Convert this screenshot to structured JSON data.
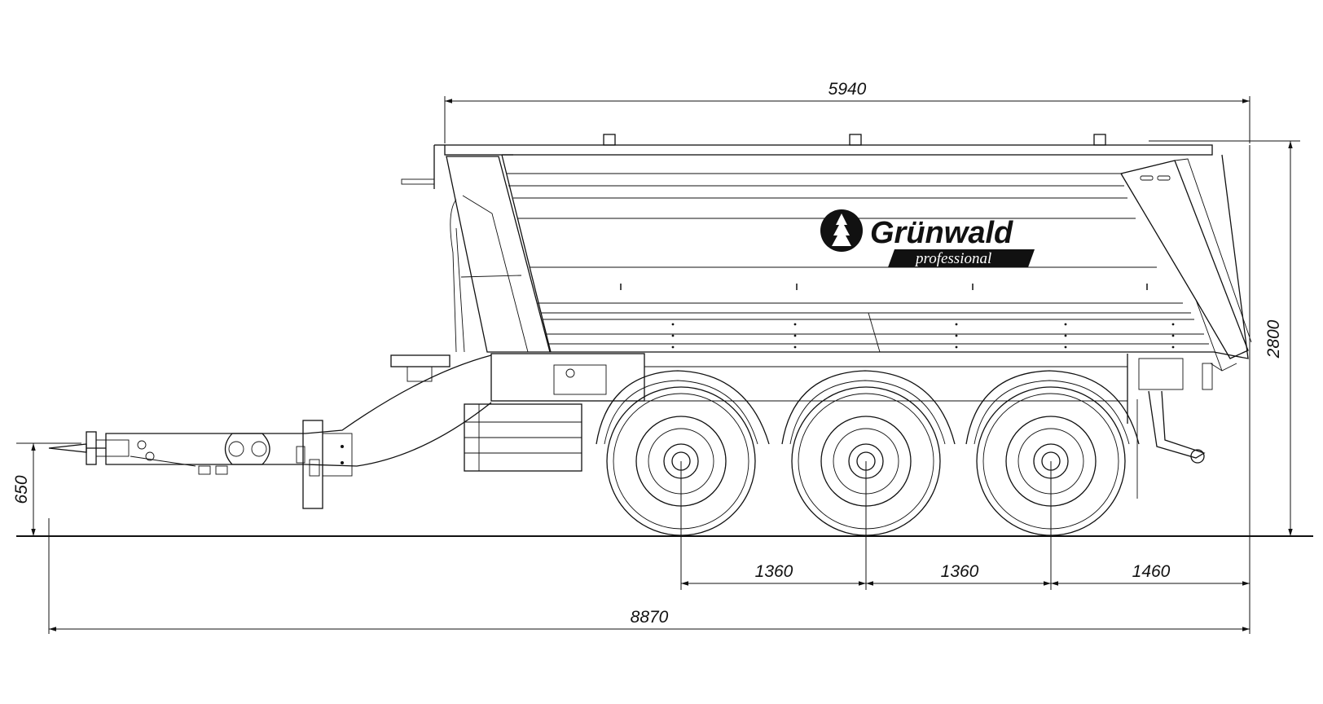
{
  "dimensions": {
    "body_length": "5940",
    "overall_height": "2800",
    "drawbar_height": "650",
    "axle_spacing_1": "1360",
    "axle_spacing_2": "1360",
    "rear_overhang": "1460",
    "overall_length": "8870"
  },
  "brand": {
    "name": "Grünwald",
    "tagline": "professional"
  },
  "colors": {
    "line": "#111111",
    "background": "#ffffff"
  }
}
